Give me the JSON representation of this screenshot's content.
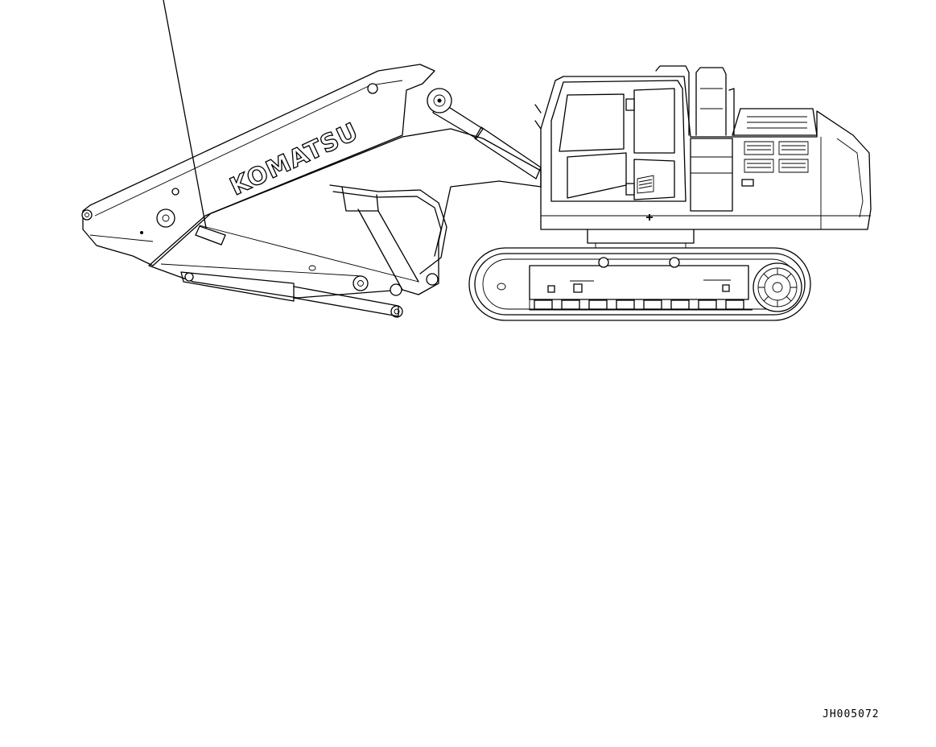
{
  "diagram": {
    "brand_label": "KOMATSU",
    "drawing_code": "JH005072",
    "icons": [
      "excavator-side-view",
      "leader-line",
      "decal-label-location"
    ]
  }
}
